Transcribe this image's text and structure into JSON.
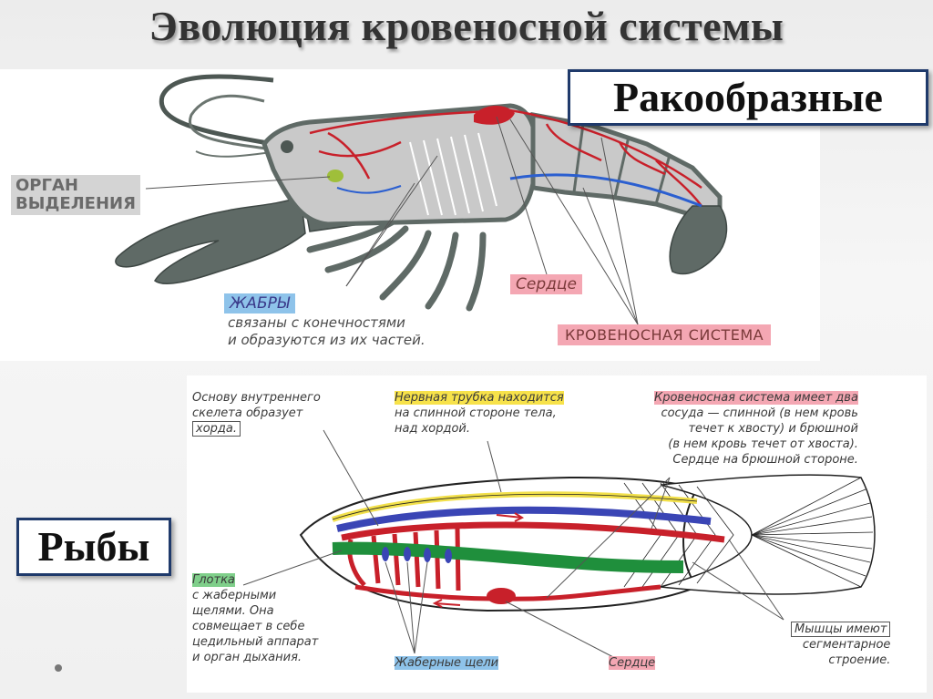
{
  "title": "Эволюция кровеносной системы",
  "crustacean": {
    "heading": "Ракообразные",
    "organ_label_1": "ОРГАН",
    "organ_label_2": "ВЫДЕЛЕНИЯ",
    "gills_label": "ЖАБРЫ",
    "gills_note_1": "связаны с конечностями",
    "gills_note_2": "и образуются из их частей.",
    "heart_label": "Сердце",
    "circulatory_label": "КРОВЕНОСНАЯ СИСТЕМА"
  },
  "fish": {
    "heading": "Рыбы",
    "skeleton_note_1": "Основу внутреннего",
    "skeleton_note_2": "скелета образует",
    "skeleton_note_3": "хорда.",
    "nerve_note_1": "Нервная трубка находится",
    "nerve_note_2": "на спинной стороне тела,",
    "nerve_note_3": "над хордой.",
    "circ_note_1": "Кровеносная система имеет два",
    "circ_note_2": "сосуда — спинной (в нем кровь",
    "circ_note_3": "течет к хвосту) и брюшной",
    "circ_note_4": "(в нем кровь течет от хвоста).",
    "circ_note_5": "Сердце на брюшной стороне.",
    "pharynx_note_1": "Глотка",
    "pharynx_note_2": "с жаберными",
    "pharynx_note_3": "щелями. Она",
    "pharynx_note_4": "совмещает в себе",
    "pharynx_note_5": "цедильный аппарат",
    "pharynx_note_6": "и орган дыхания.",
    "gill_slits_label": "Жаберные щели",
    "heart_label": "Сердце",
    "muscle_note_1": "Мышцы имеют",
    "muscle_note_2": "сегментарное",
    "muscle_note_3": "строение."
  },
  "colors": {
    "artery": "#c8202a",
    "vein": "#2b5fd0",
    "nerve": "#f2e04a",
    "pharynx": "#1f8f3c",
    "body": "#5f6a66"
  }
}
